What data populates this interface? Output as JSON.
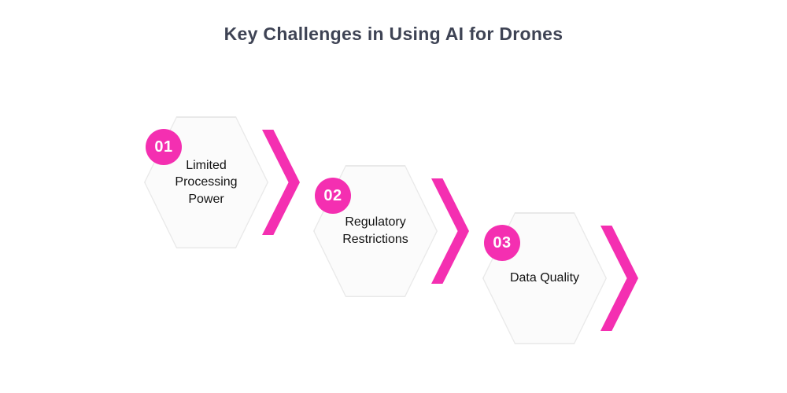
{
  "title": "Key Challenges in Using AI for Drones",
  "colors": {
    "accent_pink": "#f42fb1",
    "hexagon_fill": "#fbfbfb",
    "hexagon_border": "#e9e9e9",
    "title_text": "#3e4354",
    "label_text": "#121212",
    "badge_text": "#ffffff"
  },
  "items": [
    {
      "number": "01",
      "label": "Limited Processing Power"
    },
    {
      "number": "02",
      "label": "Regulatory Restrictions"
    },
    {
      "number": "03",
      "label": "Data Quality"
    }
  ]
}
